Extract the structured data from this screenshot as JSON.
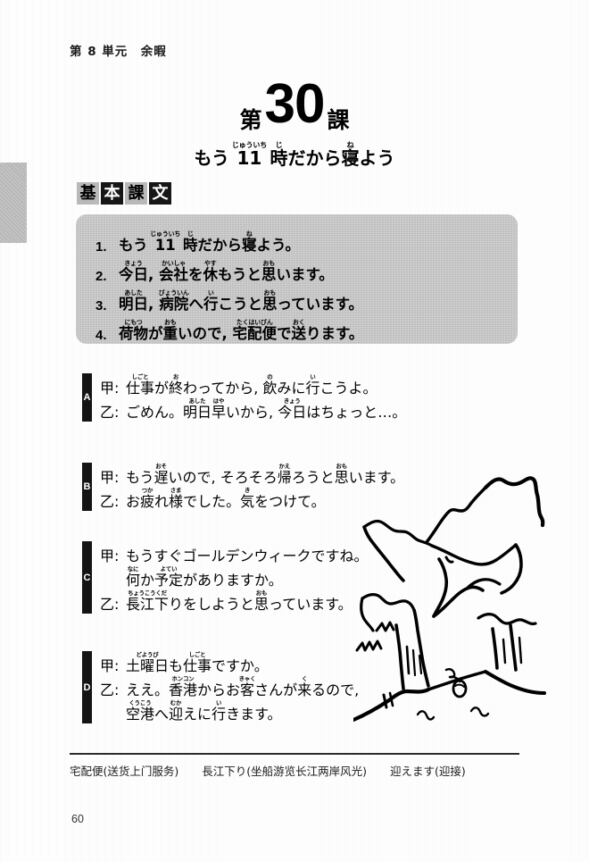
{
  "page": {
    "unit_header": "第 8 単元　余暇",
    "page_number": "60"
  },
  "title": {
    "prefix": "第",
    "number": "30",
    "suffix": "課",
    "subtitle_parts": [
      {
        "base": "もう ",
        "ruby": ""
      },
      {
        "base": "11",
        "ruby": "じゅういち"
      },
      {
        "base": " ",
        "ruby": ""
      },
      {
        "base": "時",
        "ruby": "じ"
      },
      {
        "base": "だから",
        "ruby": ""
      },
      {
        "base": "寝",
        "ruby": "ね"
      },
      {
        "base": "よう",
        "ruby": ""
      }
    ],
    "subtitle_plain": "もう11時だから寝よう"
  },
  "kihon_heading": {
    "chars": [
      {
        "char": "基",
        "style": "light"
      },
      {
        "char": "本",
        "style": "dark"
      },
      {
        "char": "課",
        "style": "light"
      },
      {
        "char": "文",
        "style": "dark"
      }
    ],
    "plain": "基本課文"
  },
  "basic_sentences": [
    {
      "number": "1.",
      "plain": "もう 11 時だから寝よう。",
      "parts": [
        {
          "base": "もう ",
          "ruby": ""
        },
        {
          "base": "11",
          "ruby": "じゅういち"
        },
        {
          "base": " ",
          "ruby": ""
        },
        {
          "base": "時",
          "ruby": "じ"
        },
        {
          "base": "だから",
          "ruby": ""
        },
        {
          "base": "寝",
          "ruby": "ね"
        },
        {
          "base": "よう。",
          "ruby": ""
        }
      ]
    },
    {
      "number": "2.",
      "plain": "今日, 会社を休もうと思います。",
      "parts": [
        {
          "base": "今日",
          "ruby": "きょう"
        },
        {
          "base": ", ",
          "ruby": ""
        },
        {
          "base": "会社",
          "ruby": "かいしゃ"
        },
        {
          "base": "を",
          "ruby": ""
        },
        {
          "base": "休",
          "ruby": "やす"
        },
        {
          "base": "もうと",
          "ruby": ""
        },
        {
          "base": "思",
          "ruby": "おも"
        },
        {
          "base": "います。",
          "ruby": ""
        }
      ]
    },
    {
      "number": "3.",
      "plain": "明日, 病院へ行こうと思っています。",
      "parts": [
        {
          "base": "明日",
          "ruby": "あした"
        },
        {
          "base": ", ",
          "ruby": ""
        },
        {
          "base": "病院",
          "ruby": "びょういん"
        },
        {
          "base": "へ",
          "ruby": ""
        },
        {
          "base": "行",
          "ruby": "い"
        },
        {
          "base": "こうと",
          "ruby": ""
        },
        {
          "base": "思",
          "ruby": "おも"
        },
        {
          "base": "っています。",
          "ruby": ""
        }
      ]
    },
    {
      "number": "4.",
      "plain": "荷物が重いので, 宅配便で送ります。",
      "parts": [
        {
          "base": "荷物",
          "ruby": "にもつ"
        },
        {
          "base": "が",
          "ruby": ""
        },
        {
          "base": "重",
          "ruby": "おも"
        },
        {
          "base": "いので, ",
          "ruby": ""
        },
        {
          "base": "宅配便",
          "ruby": "たくはいびん"
        },
        {
          "base": "で",
          "ruby": ""
        },
        {
          "base": "送",
          "ruby": "おく"
        },
        {
          "base": "ります。",
          "ruby": ""
        }
      ]
    }
  ],
  "dialogues": [
    {
      "mark": "A",
      "lines": [
        {
          "speaker": "甲:",
          "plain": "仕事が終わってから, 飲みに行こうよ。",
          "parts": [
            {
              "base": "仕事",
              "ruby": "しごと"
            },
            {
              "base": "が",
              "ruby": ""
            },
            {
              "base": "終",
              "ruby": "お"
            },
            {
              "base": "わってから, ",
              "ruby": ""
            },
            {
              "base": "飲",
              "ruby": "の"
            },
            {
              "base": "みに",
              "ruby": ""
            },
            {
              "base": "行",
              "ruby": "い"
            },
            {
              "base": "こうよ。",
              "ruby": ""
            }
          ]
        },
        {
          "speaker": "乙:",
          "plain": "ごめん。明日早いから, 今日はちょっと…。",
          "parts": [
            {
              "base": "ごめん。",
              "ruby": ""
            },
            {
              "base": "明日",
              "ruby": "あした"
            },
            {
              "base": "早",
              "ruby": "はや"
            },
            {
              "base": "いから, ",
              "ruby": ""
            },
            {
              "base": "今日",
              "ruby": "きょう"
            },
            {
              "base": "はちょっと…。",
              "ruby": ""
            }
          ]
        }
      ]
    },
    {
      "mark": "B",
      "lines": [
        {
          "speaker": "甲:",
          "plain": "もう遅いので, そろそろ帰ろうと思います。",
          "parts": [
            {
              "base": "もう",
              "ruby": ""
            },
            {
              "base": "遅",
              "ruby": "おそ"
            },
            {
              "base": "いので, そろそろ",
              "ruby": ""
            },
            {
              "base": "帰",
              "ruby": "かえ"
            },
            {
              "base": "ろうと",
              "ruby": ""
            },
            {
              "base": "思",
              "ruby": "おも"
            },
            {
              "base": "います。",
              "ruby": ""
            }
          ]
        },
        {
          "speaker": "乙:",
          "plain": "お疲れ様でした。気をつけて。",
          "parts": [
            {
              "base": "お",
              "ruby": ""
            },
            {
              "base": "疲",
              "ruby": "つか"
            },
            {
              "base": "れ",
              "ruby": ""
            },
            {
              "base": "様",
              "ruby": "さま"
            },
            {
              "base": "でした。",
              "ruby": ""
            },
            {
              "base": "気",
              "ruby": "き"
            },
            {
              "base": "をつけて。",
              "ruby": ""
            }
          ]
        }
      ]
    },
    {
      "mark": "C",
      "lines": [
        {
          "speaker": "甲:",
          "plain": "もうすぐゴールデンウィークですね。",
          "parts": [
            {
              "base": "もうすぐゴールデンウィークですね。",
              "ruby": ""
            }
          ]
        },
        {
          "speaker": "",
          "plain": "何か予定がありますか。",
          "parts": [
            {
              "base": "何",
              "ruby": "なに"
            },
            {
              "base": "か",
              "ruby": ""
            },
            {
              "base": "予定",
              "ruby": "よてい"
            },
            {
              "base": "がありますか。",
              "ruby": ""
            }
          ]
        },
        {
          "speaker": "乙:",
          "plain": "長江下りをしようと思っています。",
          "parts": [
            {
              "base": "長江下",
              "ruby": "ちょうこうくだ"
            },
            {
              "base": "りをしようと",
              "ruby": ""
            },
            {
              "base": "思",
              "ruby": "おも"
            },
            {
              "base": "っています。",
              "ruby": ""
            }
          ]
        }
      ]
    },
    {
      "mark": "D",
      "lines": [
        {
          "speaker": "甲:",
          "plain": "土曜日も仕事ですか。",
          "parts": [
            {
              "base": "土曜日",
              "ruby": "どようび"
            },
            {
              "base": "も",
              "ruby": ""
            },
            {
              "base": "仕事",
              "ruby": "しごと"
            },
            {
              "base": "ですか。",
              "ruby": ""
            }
          ]
        },
        {
          "speaker": "乙:",
          "plain": "ええ。香港からお客さんが来るので,",
          "parts": [
            {
              "base": "ええ。",
              "ruby": ""
            },
            {
              "base": "香港",
              "ruby": "ホンコン"
            },
            {
              "base": "からお",
              "ruby": ""
            },
            {
              "base": "客",
              "ruby": "きゃく"
            },
            {
              "base": "さんが",
              "ruby": ""
            },
            {
              "base": "来",
              "ruby": "く"
            },
            {
              "base": "るので,",
              "ruby": ""
            }
          ]
        },
        {
          "speaker": "",
          "plain": "空港へ迎えに行きます。",
          "parts": [
            {
              "base": "空港",
              "ruby": "くうこう"
            },
            {
              "base": "へ",
              "ruby": ""
            },
            {
              "base": "迎",
              "ruby": "むか"
            },
            {
              "base": "えに",
              "ruby": ""
            },
            {
              "base": "行",
              "ruby": "い"
            },
            {
              "base": "きます。",
              "ruby": ""
            }
          ]
        }
      ]
    }
  ],
  "footnotes": [
    "宅配便(送货上门服务)",
    "長江下り(坐船游览长江两岸风光)",
    "迎えます(迎接)"
  ],
  "illustration": {
    "name": "yangtze-gorges-line-drawing",
    "description": "长江三峡 line drawing: cliffs, mountain ridges and a small boat on the river"
  },
  "colors": {
    "ink": "#000000",
    "panel_gray": "#c4c4c4",
    "tab_gray": "#b7b7b7",
    "marker_black": "#141414",
    "heading_light": "#b9b9b9"
  }
}
